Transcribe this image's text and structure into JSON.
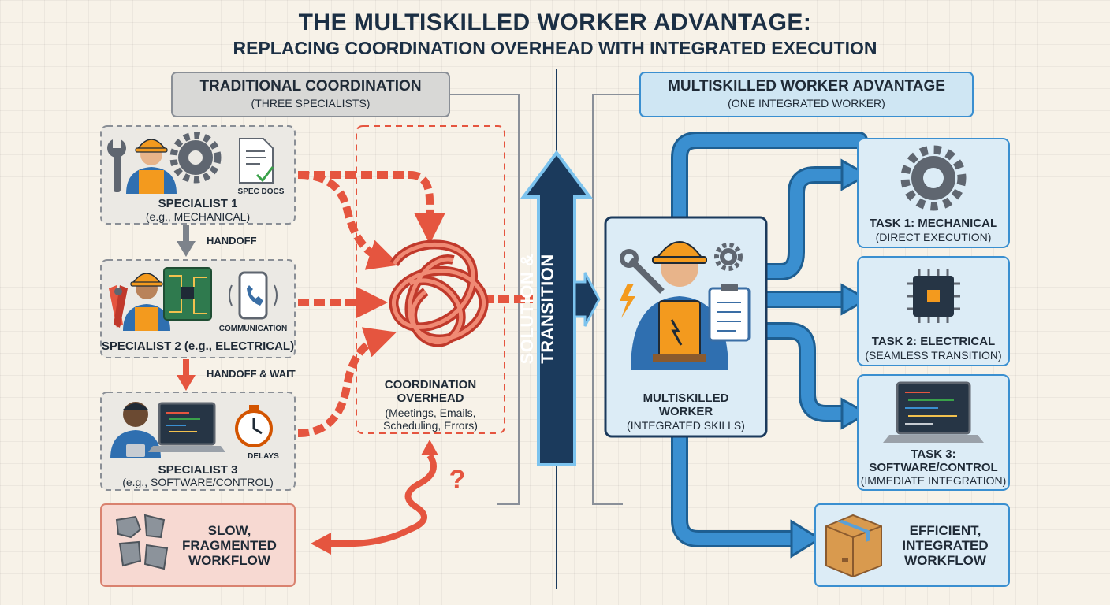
{
  "title": {
    "line1": "THE MULTISKILLED WORKER ADVANTAGE:",
    "line2": "REPLACING COORDINATION OVERHEAD WITH INTEGRATED EXECUTION"
  },
  "left": {
    "header": "TRADITIONAL COORDINATION",
    "subheader": "(THREE SPECIALISTS)",
    "specialist1": {
      "name": "SPECIALIST 1",
      "role": "(e.g., MECHANICAL)",
      "doc_label": "SPEC DOCS"
    },
    "handoff1": "HANDOFF",
    "specialist2": {
      "name": "SPECIALIST 2 (e.g., ELECTRICAL)",
      "comm_label": "COMMUNICATION"
    },
    "handoff2": "HANDOFF & WAIT",
    "specialist3": {
      "name": "SPECIALIST 3",
      "role": "(e.g., SOFTWARE/CONTROL)",
      "delay_label": "DELAYS"
    },
    "overhead": {
      "title_l1": "COORDINATION",
      "title_l2": "OVERHEAD",
      "detail_l1": "(Meetings, Emails,",
      "detail_l2": "Scheduling, Errors)"
    },
    "question_mark": "?",
    "result": {
      "l1": "SLOW,",
      "l2": "FRAGMENTED",
      "l3": "WORKFLOW"
    }
  },
  "center": {
    "label": "SOLUTION & TRANSITION"
  },
  "right": {
    "header": "MULTISKILLED WORKER ADVANTAGE",
    "subheader": "(ONE INTEGRATED WORKER)",
    "worker": {
      "l1": "MULTISKILLED",
      "l2": "WORKER",
      "sub": "(INTEGRATED SKILLS)"
    },
    "task1": {
      "title": "TASK 1: MECHANICAL",
      "sub": "(DIRECT EXECUTION)"
    },
    "task2": {
      "title": "TASK 2: ELECTRICAL",
      "sub": "(SEAMLESS TRANSITION)"
    },
    "task3": {
      "title_l1": "TASK 3:",
      "title_l2": "SOFTWARE/CONTROL",
      "sub": "(IMMEDIATE INTEGRATION)"
    },
    "result": {
      "l1": "EFFICIENT,",
      "l2": "INTEGRATED",
      "l3": "WORKFLOW"
    }
  },
  "colors": {
    "red": "#e5553f",
    "blue": "#3a8fd0",
    "navy": "#1b3a5c",
    "helmet": "#f39a1e",
    "gear": "#5f6670",
    "box": "#d99a4e"
  },
  "icons": [
    "wrench-icon",
    "gear-icon",
    "document-icon",
    "pliers-icon",
    "circuit-board-icon",
    "phone-icon",
    "laptop-icon",
    "stopwatch-icon",
    "broken-puzzle-icon",
    "clipboard-icon",
    "lightning-icon",
    "chip-icon",
    "package-box-icon"
  ]
}
